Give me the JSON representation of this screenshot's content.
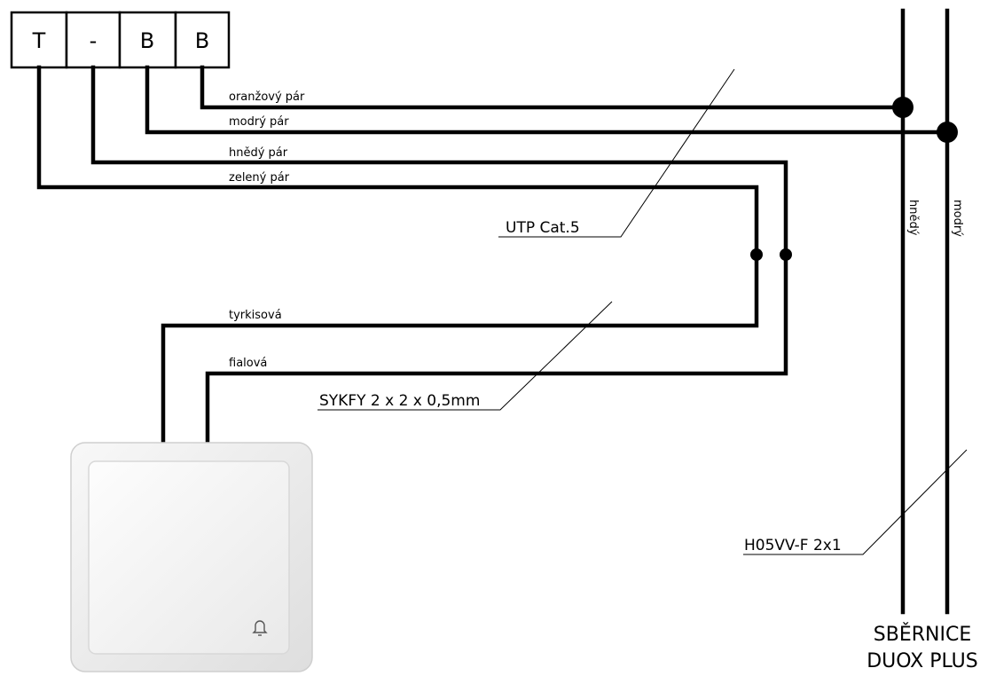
{
  "terminals": [
    "T",
    "-",
    "B",
    "B"
  ],
  "utp_pairs": {
    "orange": "oranžový pár",
    "blue": "modrý pár",
    "brown": "hnědý pár",
    "green": "zelený pár"
  },
  "syk_wires": {
    "turquoise": "tyrkisová",
    "violet": "fialová"
  },
  "bus_wires": {
    "brown": "hnědý",
    "blue": "modrý"
  },
  "cables": {
    "utp": "UTP Cat.5",
    "syk": "SYKFY 2 x 2 x 0,5mm",
    "power": "H05VV-F 2x1"
  },
  "bus_title": {
    "line1": "SBĚRNICE",
    "line2": "DUOX PLUS"
  },
  "button_icon": "bell-icon"
}
